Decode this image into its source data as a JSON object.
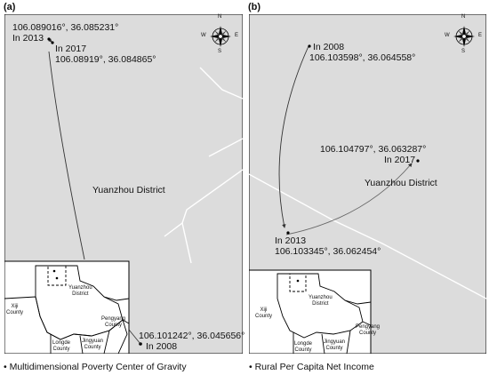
{
  "panels": [
    {
      "letter": "(a)",
      "district_label": "Yuanzhou District",
      "points": [
        {
          "coords": "106.089016°, 36.085231°",
          "year": "In 2013"
        },
        {
          "year": "In 2017",
          "coords": "106.08919°, 36.084865°"
        },
        {
          "coords": "106.101242°, 36.045656°",
          "year": "In 2008"
        }
      ],
      "legend": "Multidimensional Poverty Center of Gravity"
    },
    {
      "letter": "(b)",
      "district_label": "Yuanzhou District",
      "points": [
        {
          "year": "In 2008",
          "coords": "106.103598°, 36.064558°"
        },
        {
          "coords": "106.104797°, 36.063287°",
          "year": "In 2017"
        },
        {
          "year": "In 2013",
          "coords": "106.103345°, 36.062454°"
        }
      ],
      "legend": "Rural Per Capita Net Income"
    }
  ],
  "compass": {
    "n": "N",
    "s": "S",
    "e": "E",
    "w": "W"
  },
  "inset": {
    "xiji": "Xiji\nCounty",
    "yuanzhou": "Yuanzhou\nDistrict",
    "pengyang": "Pengyang\nCounty",
    "longde": "Longde\nCounty",
    "jingyuan": "Jingyuan\nCounty"
  },
  "colors": {
    "map_fill": "#dcdcdc",
    "road": "#ffffff",
    "border": "#000000",
    "arrow": "#333333"
  }
}
